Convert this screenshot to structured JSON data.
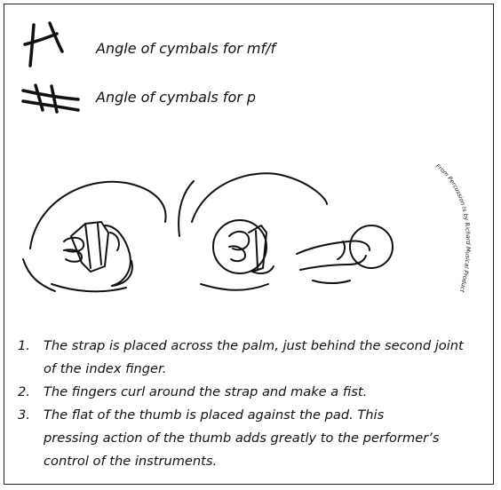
{
  "legend": {
    "mf_f": {
      "label": "Angle of cymbals for mf/f",
      "icon": "angled-cymbal-lines-icon"
    },
    "p": {
      "label": "Angle of cymbals for p",
      "icon": "flat-cymbal-lines-icon"
    }
  },
  "illustration": {
    "icon": "hand-holding-cymbal-strap-drawing",
    "credit": "From Percussion Is by Richard Musical Products"
  },
  "steps": [
    {
      "number": "1.",
      "lines": [
        "The strap is placed across the palm, just behind the second joint",
        "of the index finger."
      ]
    },
    {
      "number": "2.",
      "lines": [
        "The fingers curl around the strap and make a fist."
      ]
    },
    {
      "number": "3.",
      "lines": [
        "The flat of the thumb is placed against the pad. This",
        "pressing action of the thumb adds greatly to the performer’s",
        "control of the instruments."
      ]
    }
  ]
}
